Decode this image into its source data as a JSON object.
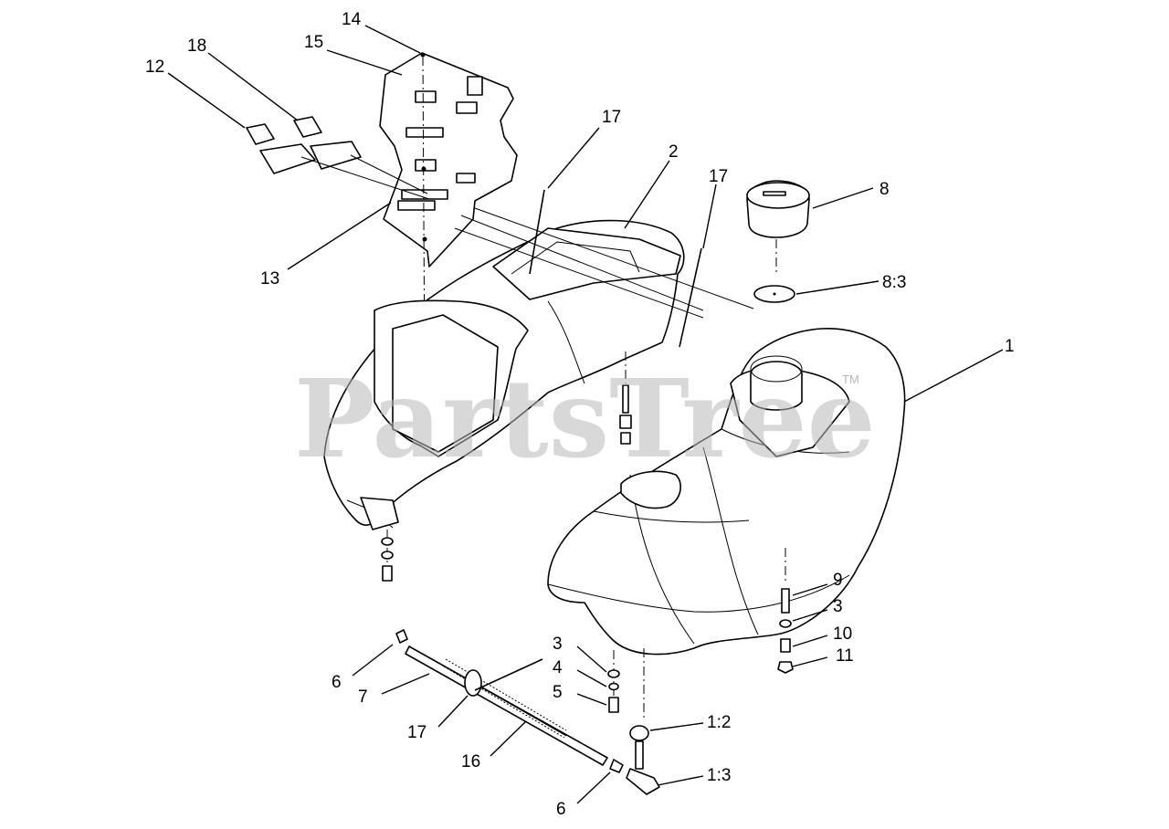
{
  "watermark": {
    "text": "PartsTree",
    "tm": "TM"
  },
  "callouts": {
    "c1": "1",
    "c1_2": "1:2",
    "c1_3": "1:3",
    "c2": "2",
    "c3a": "3",
    "c3b": "3",
    "c4": "4",
    "c5": "5",
    "c6a": "6",
    "c6b": "6",
    "c7": "7",
    "c8": "8",
    "c8_3": "8:3",
    "c9": "9",
    "c10": "10",
    "c11": "11",
    "c12": "12",
    "c13": "13",
    "c14": "14",
    "c15": "15",
    "c16": "16",
    "c17a": "17",
    "c17b": "17",
    "c17c": "17",
    "c18": "18"
  }
}
